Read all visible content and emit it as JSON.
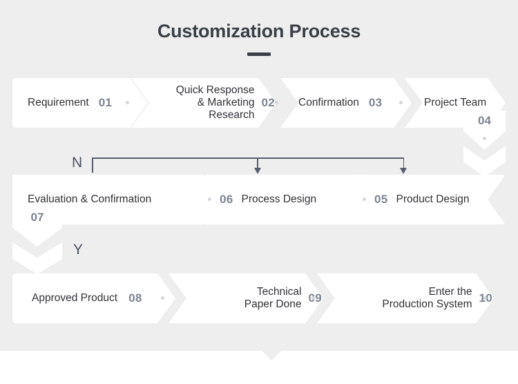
{
  "header": {
    "title": "Customization Process"
  },
  "flow": {
    "row1": [
      {
        "label": "Requirement",
        "number": "01"
      },
      {
        "label": "Quick Response\n& Marketing\nResearch",
        "number": "02"
      },
      {
        "label": "Confirmation",
        "number": "03"
      },
      {
        "label": "Project Team",
        "number": "04"
      }
    ],
    "row2": [
      {
        "label": "Evaluation & Confirmation",
        "number": "07"
      },
      {
        "label": "Process Design",
        "number": "06"
      },
      {
        "label": "Product Design",
        "number": "05"
      }
    ],
    "row3": [
      {
        "label": "Approved Product",
        "number": "08"
      },
      {
        "label": "Technical\nPaper Done",
        "number": "09"
      },
      {
        "label": "Enter the\nProduction System",
        "number": "10"
      }
    ],
    "decision_labels": {
      "no": "N",
      "yes": "Y"
    }
  },
  "colors": {
    "panel_background": "#eeeeee",
    "step_background": "#ffffff",
    "title_text": "#3a3f47",
    "step_text": "#2f3237",
    "number_text": "#7b8491",
    "connector_line": "#555c6b",
    "flag_text": "#4a5160",
    "dot": "#d4d7da"
  }
}
